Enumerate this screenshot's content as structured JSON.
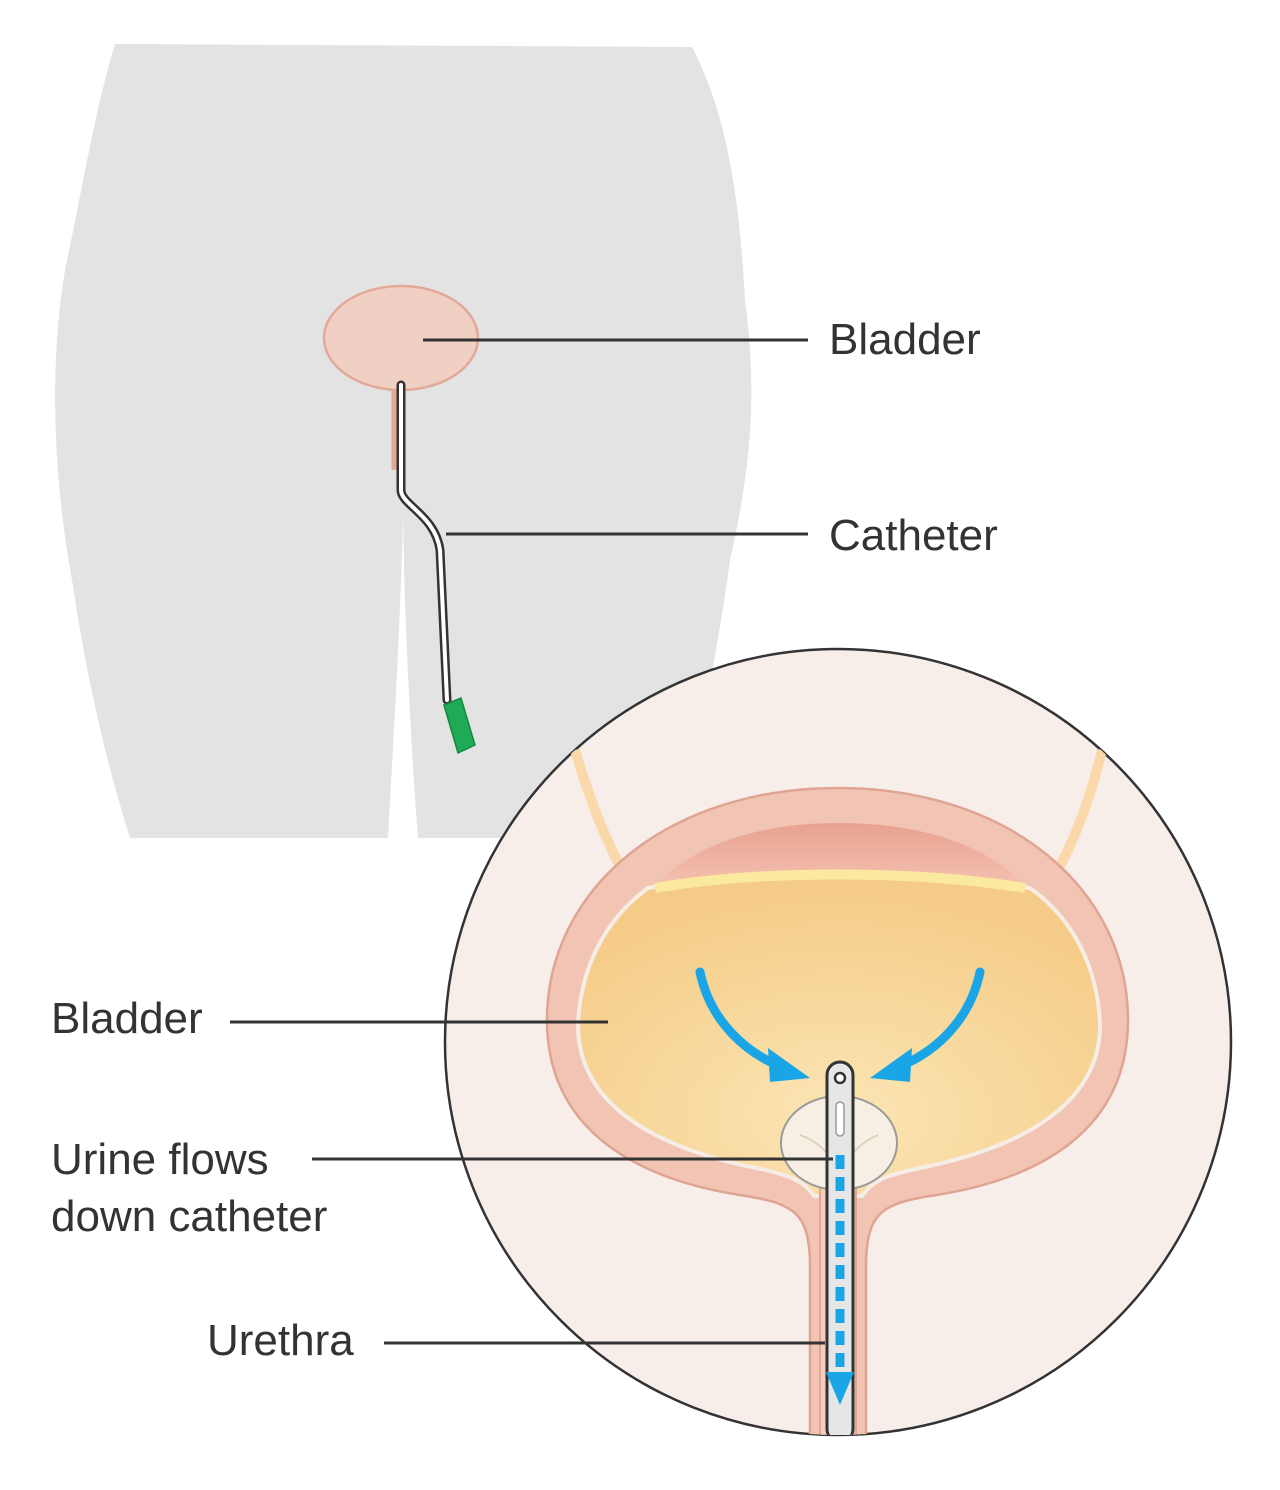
{
  "labels": {
    "top_bladder": "Bladder",
    "top_catheter": "Catheter",
    "zoom_bladder": "Bladder",
    "urine_line1": "Urine flows",
    "urine_line2": "down catheter",
    "urethra": "Urethra"
  },
  "colors": {
    "body": "#e3e3e3",
    "bladder_small": "#f0d0c2",
    "bladder_wall": "#f0c0b0",
    "bladder_wall_stroke": "#e4a797",
    "urine": "#f8d79d",
    "inset_bg": "#f7eeea",
    "flow_arrow": "#1aa6e6",
    "catheter_tip": "#1faa55",
    "line": "#333333"
  }
}
